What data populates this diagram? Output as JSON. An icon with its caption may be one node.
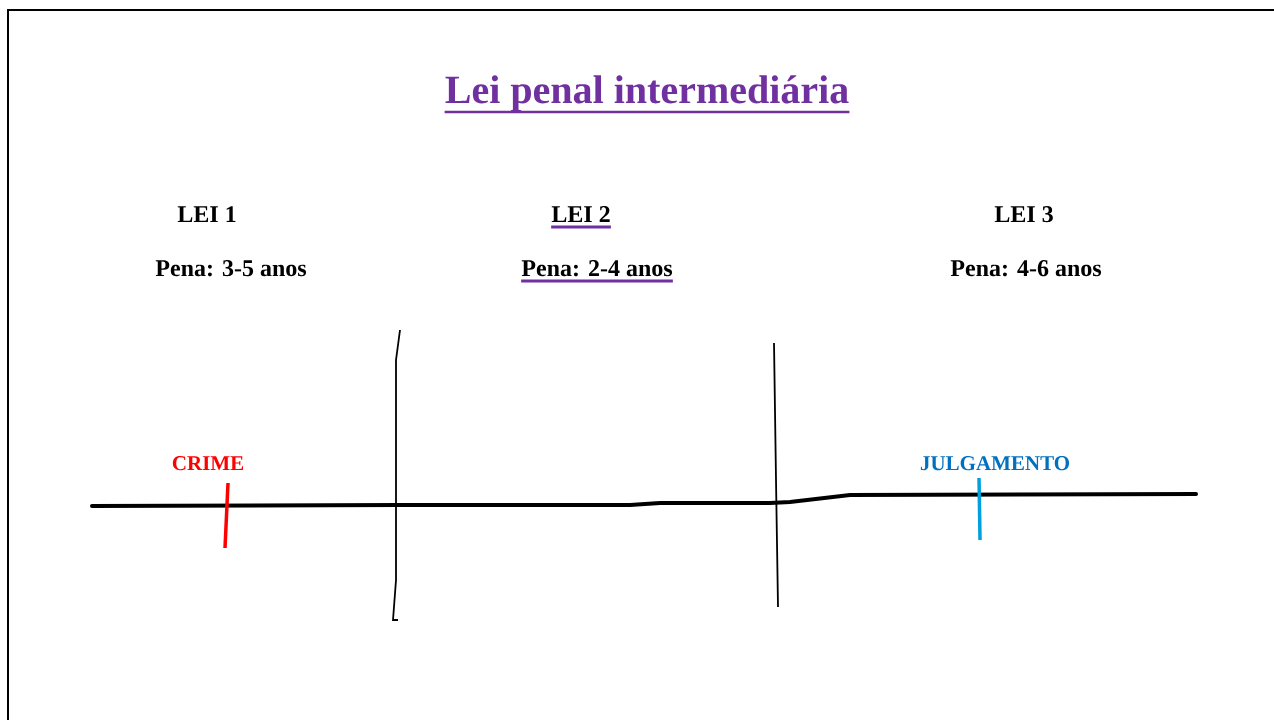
{
  "diagram": {
    "title": "Lei penal intermediária",
    "labels": [
      "LEI 1",
      "LEI 2",
      "LEI 3",
      "Pena: 3-5 anos",
      "Pena: 2-4 anos",
      "Pena: 4-6 anos",
      "CRIME",
      "JULGAMENTO"
    ]
  }
}
